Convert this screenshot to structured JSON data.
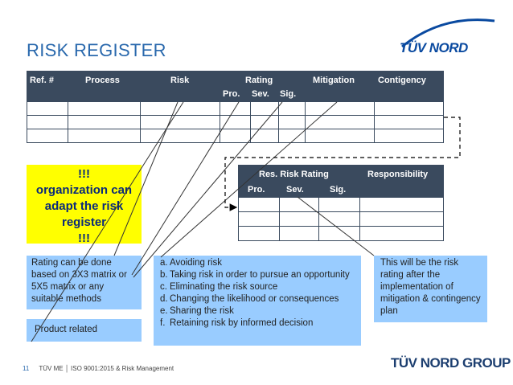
{
  "slide": {
    "title": "RISK REGISTER",
    "logo": "TÜV NORD",
    "group_logo": "TÜV NORD GROUP",
    "page_number": "11",
    "footer_text": "TÜV ME │ ISO 9001:2015 & Risk Management"
  },
  "main_table": {
    "headers": [
      "Ref. #",
      "Process",
      "Risk",
      "Rating",
      "Mitigation",
      "Contigency"
    ],
    "sub_headers": [
      "Pro.",
      "Sev.",
      "Sig."
    ]
  },
  "residual_table": {
    "headers": [
      "Res. Risk Rating",
      "Responsibility"
    ],
    "sub_headers": [
      "Pro.",
      "Sev.",
      "Sig."
    ]
  },
  "callouts": {
    "yellow_lines": [
      "!!!",
      "organization can",
      "adapt the risk",
      "register",
      "!!!"
    ],
    "rating_note": "Rating can be done based on 3X3 matrix or 5X5 matrix or any suitable methods",
    "product_note": "Product related",
    "mitigation_options": [
      {
        "letter": "a.",
        "text": "Avoiding risk"
      },
      {
        "letter": "b.",
        "text": "Taking risk in order to pursue an opportunity"
      },
      {
        "letter": "c.",
        "text": "Eliminating the risk source"
      },
      {
        "letter": "d.",
        "text": "Changing the likelihood or consequences"
      },
      {
        "letter": "e.",
        "text": "Sharing the risk"
      },
      {
        "letter": "f.",
        "text": "Retaining risk by informed decision"
      }
    ],
    "residual_note": "This will be the risk rating after the implementation of mitigation & contingency plan"
  },
  "colors": {
    "header_bg": "#3a4a5e",
    "note_bg": "#99ccff",
    "highlight_bg": "#ffff00",
    "title": "#2a69ad"
  }
}
